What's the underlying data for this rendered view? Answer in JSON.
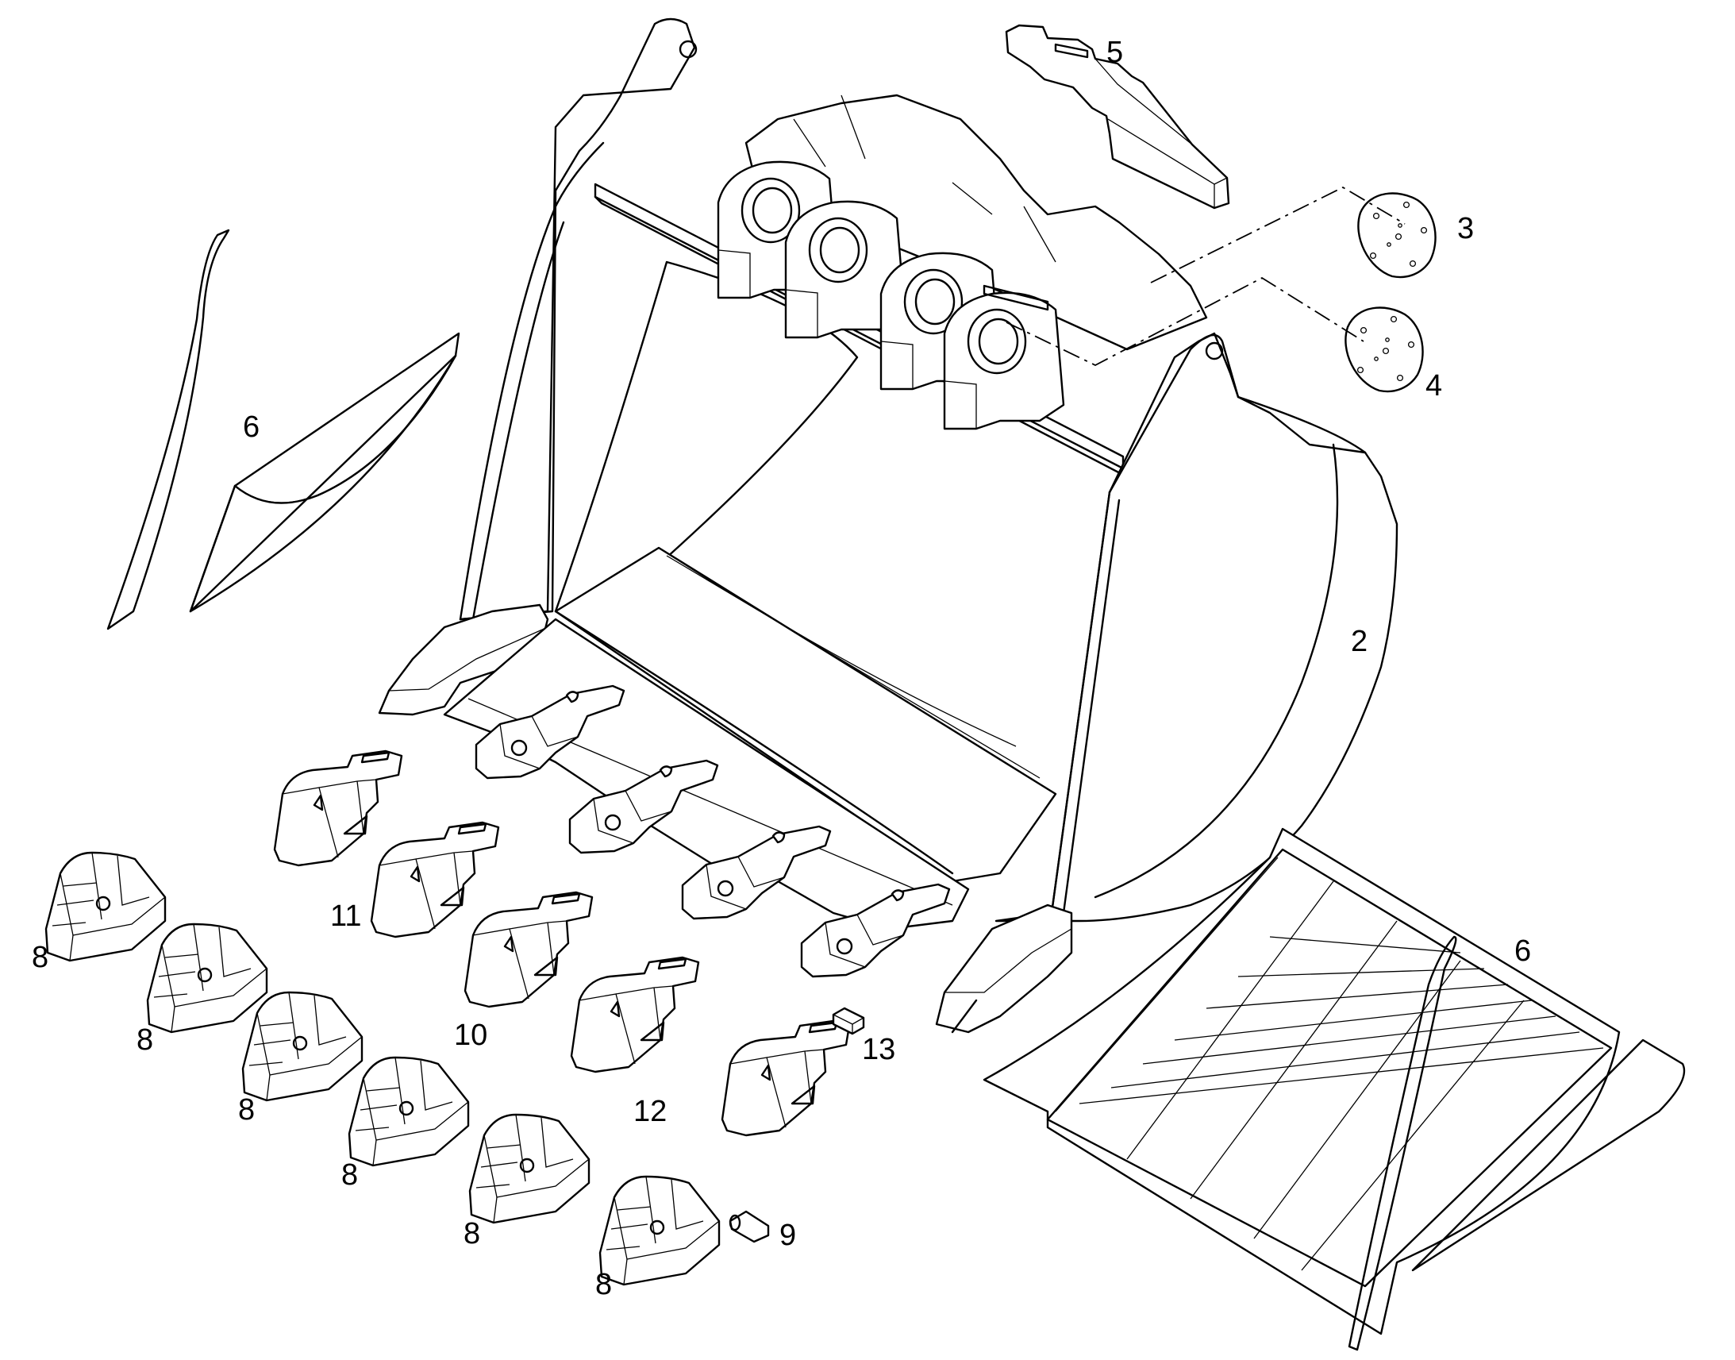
{
  "callouts": {
    "bucket": "2",
    "cover_upper": "3",
    "cover_lower": "4",
    "lip_plate": "5",
    "wear_strip_left": "6",
    "wear_grid_right": "6",
    "tooth_1": "8",
    "tooth_2": "8",
    "tooth_3": "8",
    "tooth_4": "8",
    "tooth_5": "8",
    "tooth_6": "8",
    "pin": "9",
    "adapter_10": "10",
    "adapter_11": "11",
    "adapter_12": "12",
    "retainer": "13"
  }
}
